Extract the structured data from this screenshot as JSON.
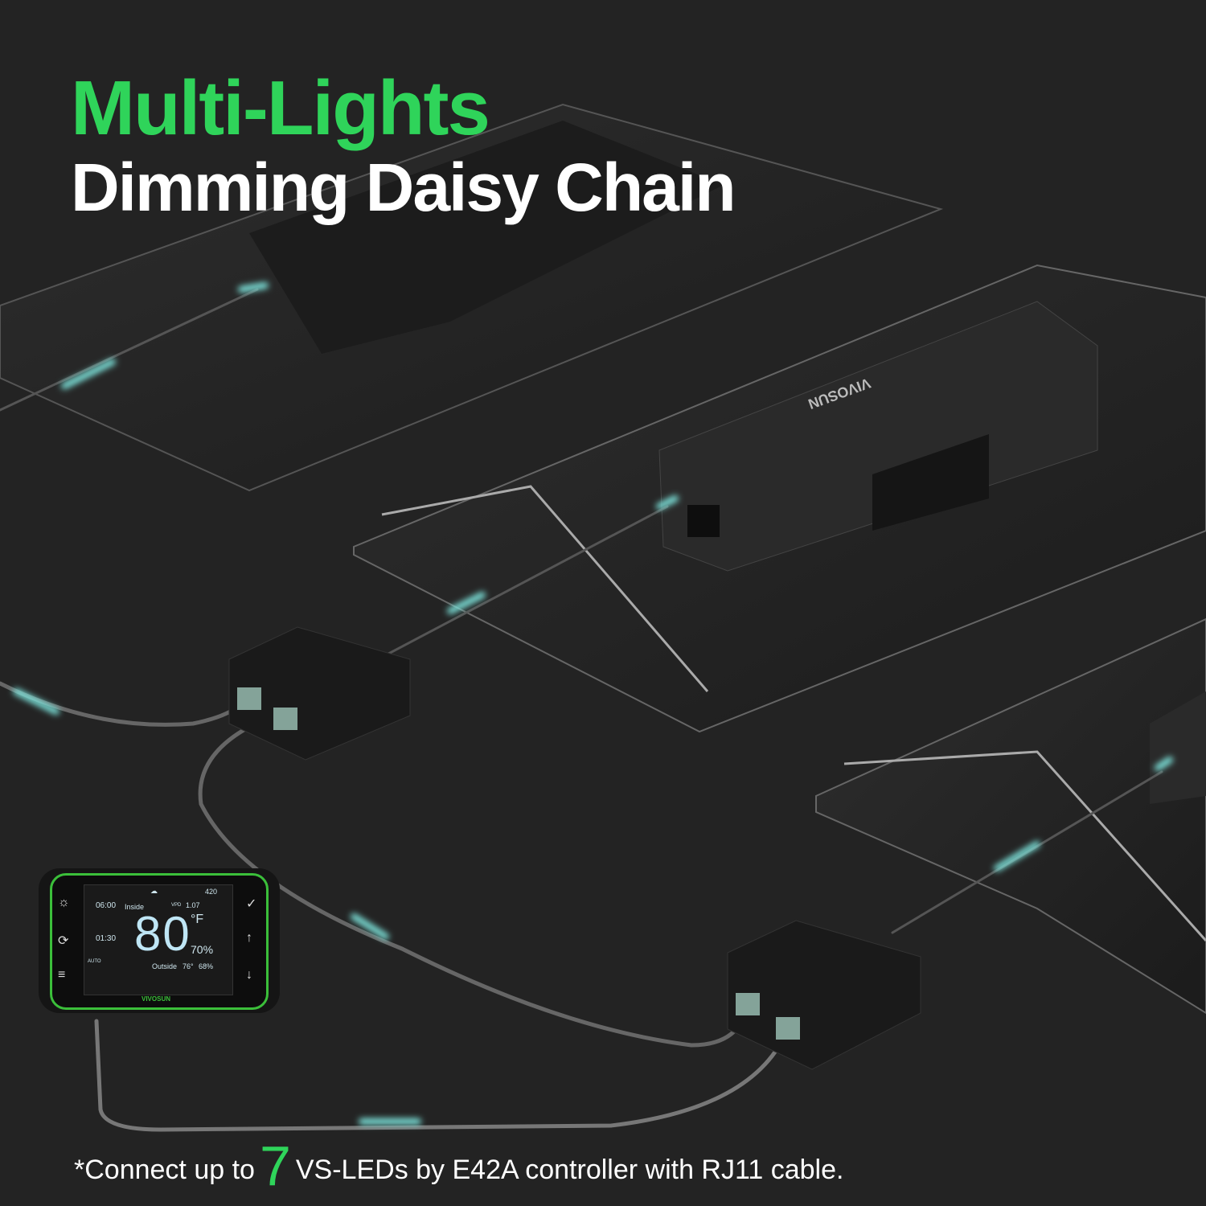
{
  "headline": {
    "line1": "Multi-Lights",
    "line2": "Dimming Daisy Chain"
  },
  "footnote": {
    "prefix": "*Connect up to",
    "count": "7",
    "suffix": "VS-LEDs by E42A controller with RJ11 cable."
  },
  "light_brand": "VIVOSUN",
  "controller": {
    "brand": "VIVOSUN",
    "co2": "420",
    "vpd_label": "VPD",
    "vpd_value": "1.07",
    "inside_label": "Inside",
    "temperature": "80",
    "temp_unit": "°F",
    "humidity": "70%",
    "outside_label": "Outside",
    "outside_temp": "76°",
    "outside_humidity": "68%",
    "timer1": "06:00",
    "timer2": "01:30",
    "mode": "AUTO",
    "buttons": [
      "light-icon",
      "cycle-icon",
      "menu-icon",
      "check-icon",
      "up-arrow-icon",
      "down-arrow-icon"
    ]
  },
  "colors": {
    "accent_green": "#2fd45a",
    "background": "#232323",
    "cable_glow": "#7fe8e0"
  }
}
